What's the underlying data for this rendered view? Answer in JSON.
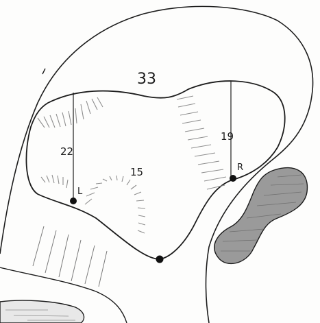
{
  "labels": {
    "total": "33",
    "left_depth": "22",
    "right_depth": "19",
    "center_depth": "15",
    "left_point": "L",
    "right_point": "R"
  },
  "colors": {
    "ink": "#1c1c1c",
    "hatch": "#8e8e8e",
    "shaded_fill": "#9a9a9a"
  }
}
